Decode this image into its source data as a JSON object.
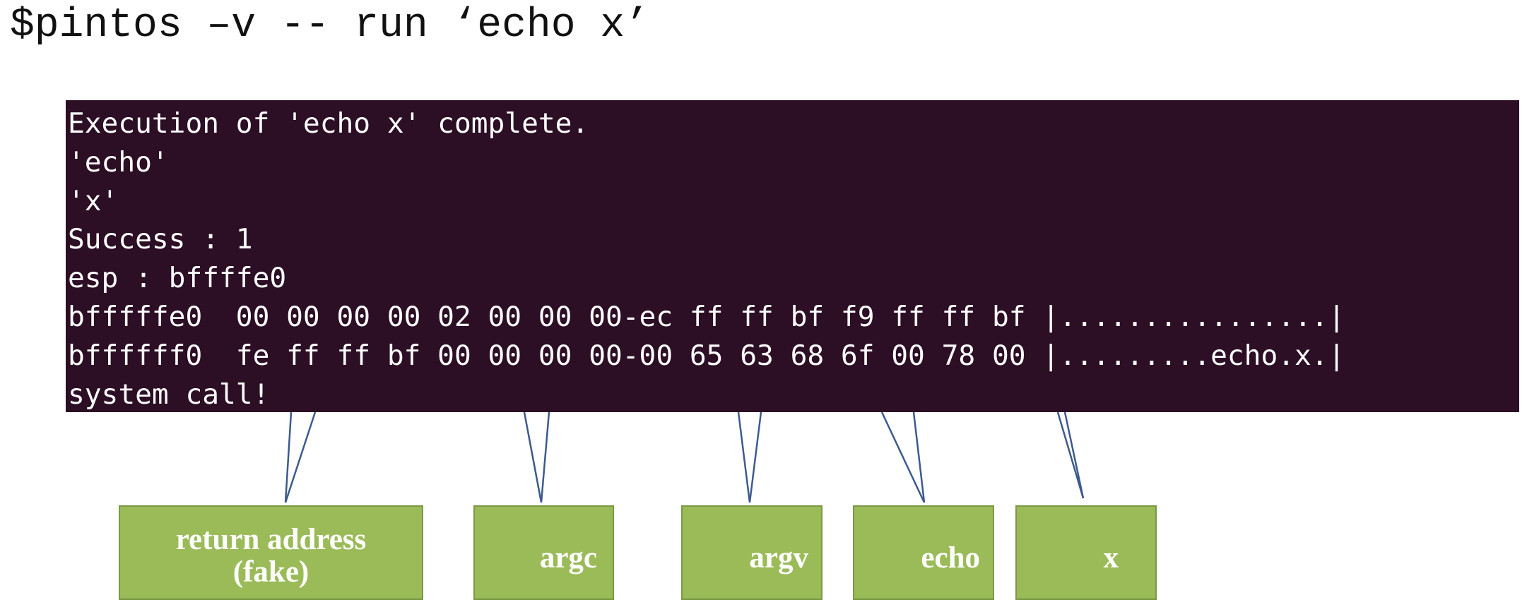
{
  "command": "$pintos –v -- run ‘echo x’",
  "terminal": {
    "lines": [
      "Execution of 'echo x' complete.",
      "'echo'",
      "'x'",
      "Success : 1",
      "esp : bffffe0",
      "bfffffe0  00 00 00 00 02 00 00 00-ec ff ff bf f9 ff ff bf |................|",
      "bffffff0  fe ff ff bf 00 00 00 00-00 65 63 68 6f 00 78 00 |.........echo.x.|",
      "system call!"
    ]
  },
  "labels": {
    "return_address": "return address\n(fake)",
    "argc": "argc",
    "argv": "argv",
    "echo": "echo",
    "x": "x"
  },
  "colors": {
    "terminal_background": "#2c0e25",
    "terminal_text": "#ffffff",
    "label_box_fill": "#9bbb59",
    "connector_line": "#3d5a8c"
  }
}
